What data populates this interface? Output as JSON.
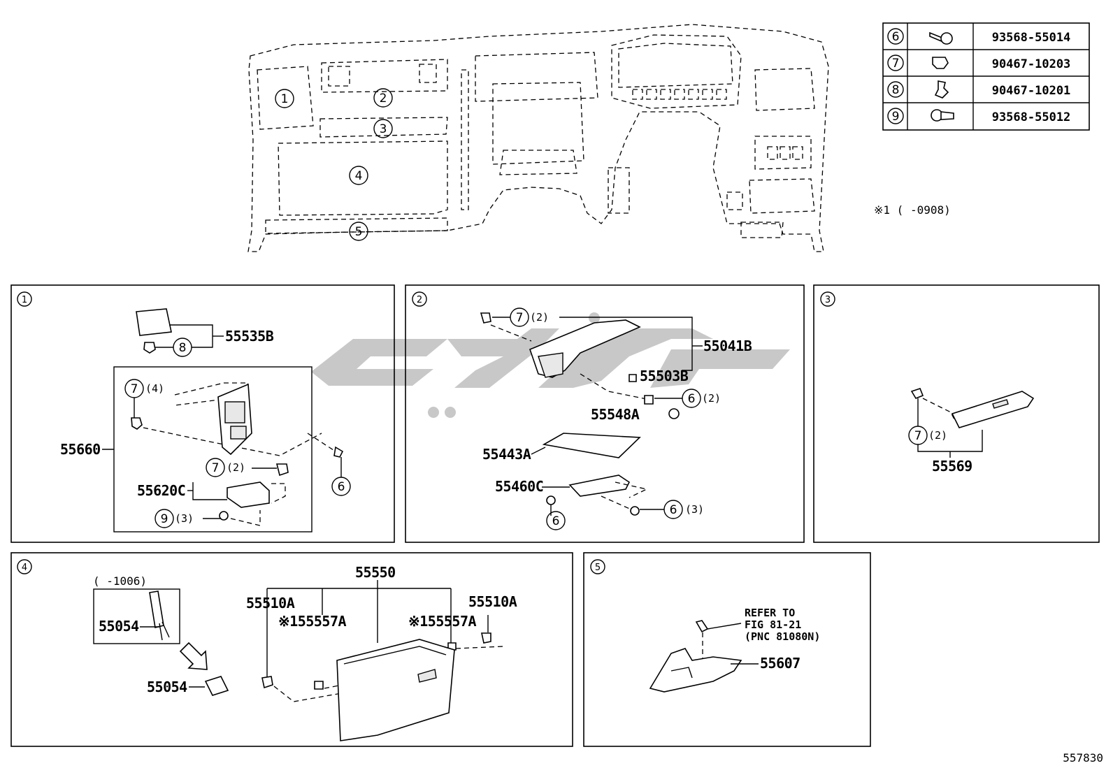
{
  "fastener_table": {
    "rows": [
      {
        "ref": "6",
        "icon": "bolt-icon",
        "part": "93568-55014"
      },
      {
        "ref": "7",
        "icon": "clip-icon",
        "part": "90467-10203"
      },
      {
        "ref": "8",
        "icon": "clip-icon",
        "part": "90467-10201"
      },
      {
        "ref": "9",
        "icon": "bolt-icon",
        "part": "93568-55012"
      }
    ]
  },
  "note": "※1 (    -0908)",
  "overview": {
    "callouts": [
      "1",
      "2",
      "3",
      "4",
      "5"
    ]
  },
  "panel1": {
    "num": "1",
    "p55535B": "55535B",
    "ref8": "8",
    "p55660": "55660",
    "ref7": "7",
    "qty7": "(4)",
    "p55620C": "55620C",
    "ref7b": "7",
    "qty7b": "(2)",
    "ref9": "9",
    "qty9": "(3)",
    "ref6": "6"
  },
  "panel2": {
    "num": "2",
    "ref7": "7",
    "qty7": "(2)",
    "p55041B": "55041B",
    "p55503B": "55503B",
    "ref6a": "6",
    "qty6a": "(2)",
    "p55548A": "55548A",
    "p55443A": "55443A",
    "p55460C": "55460C",
    "ref6b": "6",
    "ref6c": "6",
    "qty6c": "(3)"
  },
  "panel3": {
    "num": "3",
    "ref7": "7",
    "qty7": "(2)",
    "p55569": "55569"
  },
  "panel4": {
    "num": "4",
    "date": "(    -1006)",
    "p55054a": "55054",
    "p55054b": "55054",
    "p55550": "55550",
    "p55510A_l": "55510A",
    "p55510A_r": "55510A",
    "p55557A_l": "※155557A",
    "p55557A_r": "※155557A"
  },
  "panel5": {
    "num": "5",
    "refer1": "REFER TO",
    "refer2": "FIG 81-21",
    "refer3": "(PNC 81080N)",
    "p55607": "55607"
  },
  "figure_id": "557830"
}
